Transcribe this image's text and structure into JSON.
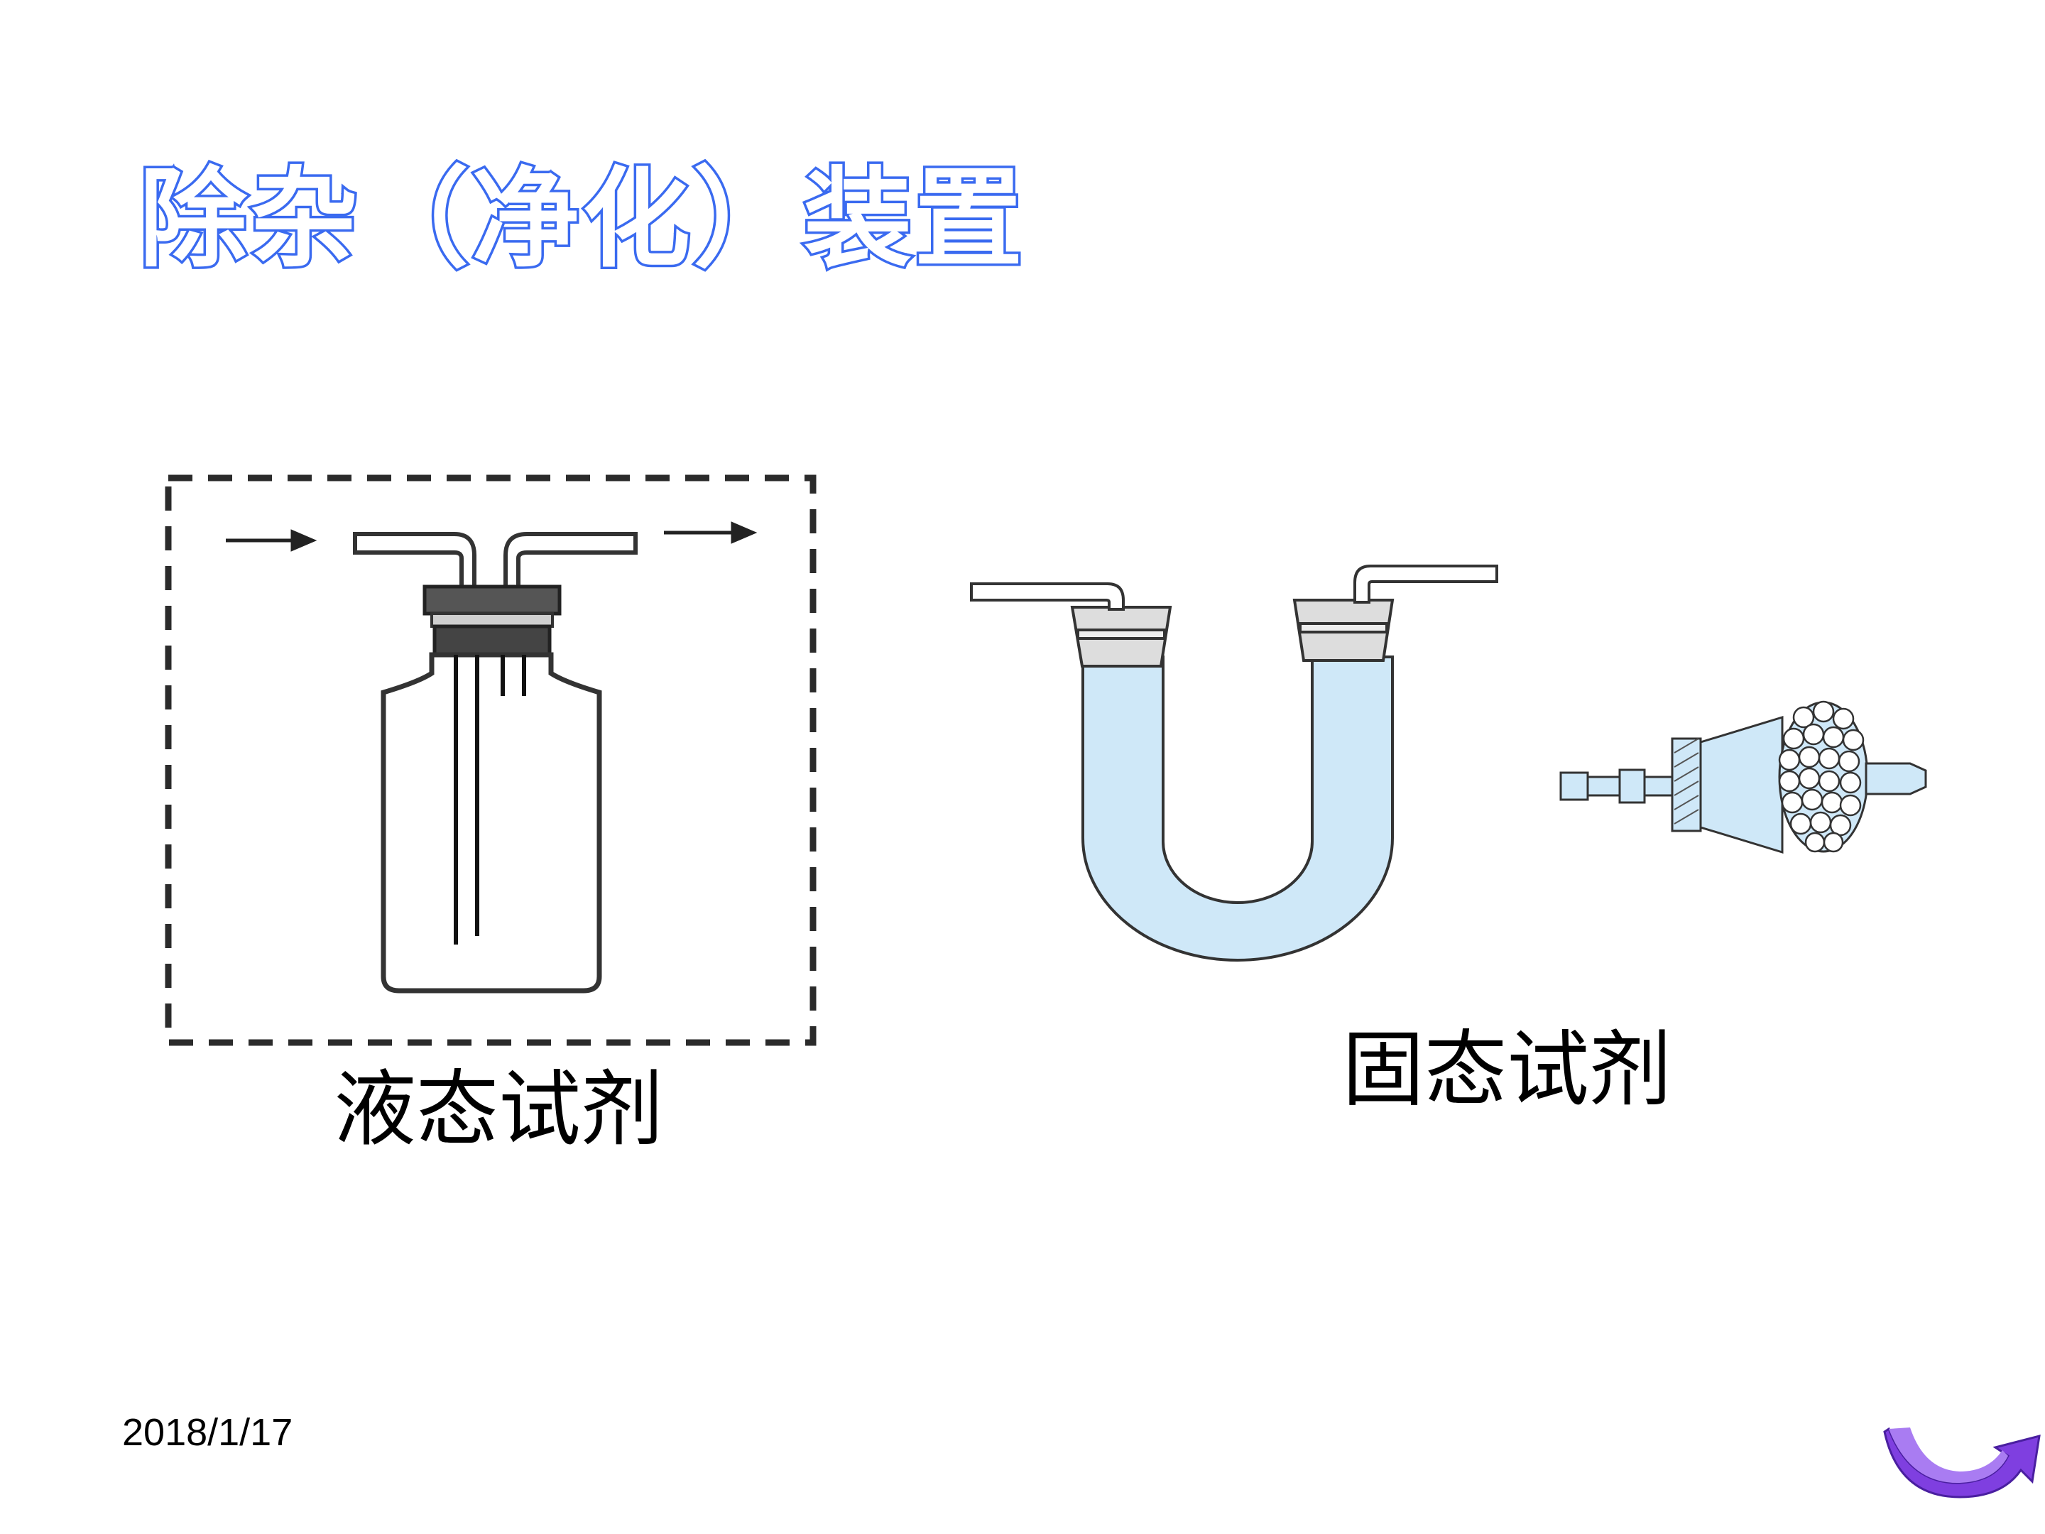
{
  "slide": {
    "title": "除杂（净化）装置",
    "liquid_label": "液态试剂",
    "solid_label": "固态试剂",
    "date": "2018/1/17"
  },
  "colors": {
    "title_outline": "#3b6bf0",
    "liquid_fill": "#cfe8f8",
    "nav_arrow": "#7f3fe0"
  },
  "icons": {
    "nav": "curved-return-arrow-icon"
  }
}
